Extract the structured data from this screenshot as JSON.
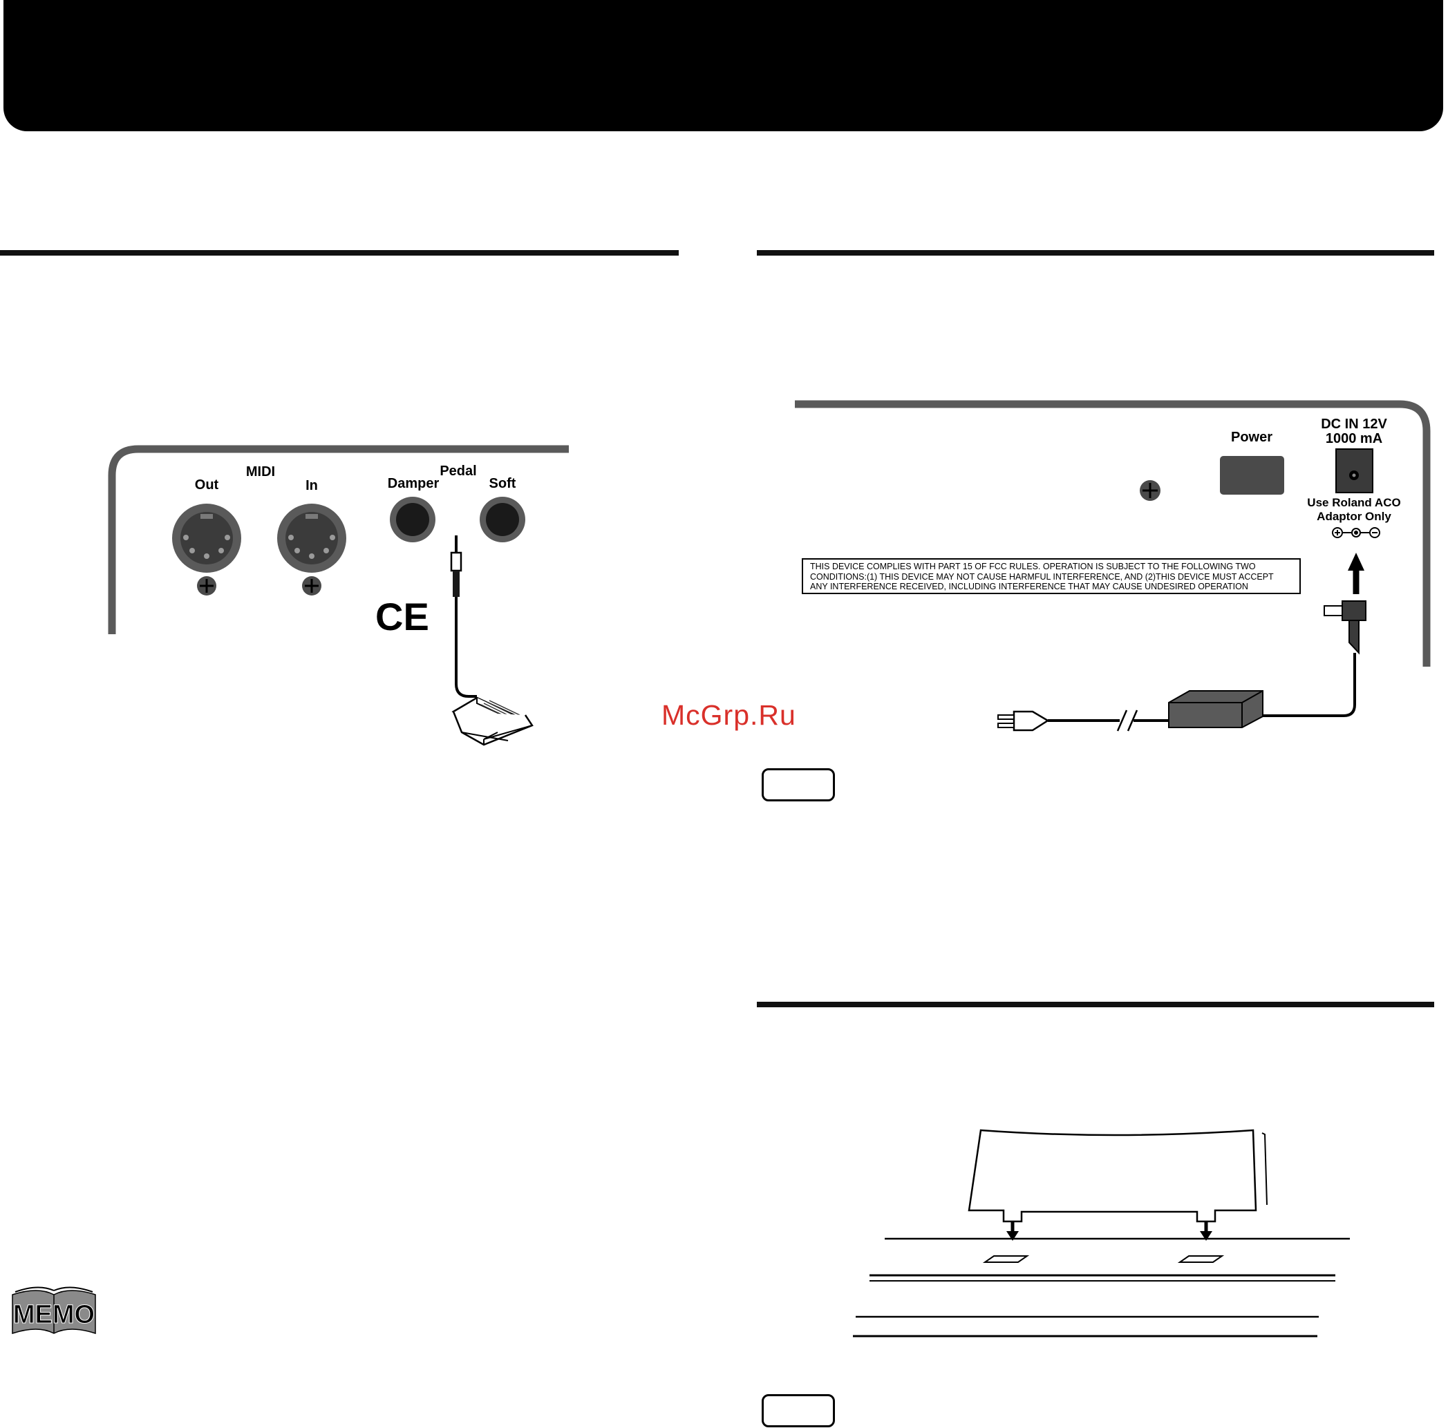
{
  "rear_panel": {
    "midi_label": "MIDI",
    "midi_out_label": "Out",
    "midi_in_label": "In",
    "pedal_label": "Pedal",
    "damper_label": "Damper",
    "soft_label": "Soft",
    "ce_mark": "CE"
  },
  "power_panel": {
    "power_label": "Power",
    "dc_in_line1": "DC IN 12V",
    "dc_in_line2": "1000 mA",
    "adaptor_line1": "Use Roland ACO",
    "adaptor_line2": "Adaptor Only",
    "fcc_notice": [
      "THIS DEVICE COMPLIES WITH PART 15 OF FCC RULES. OPERATION IS SUBJECT TO THE FOLLOWING TWO",
      "CONDITIONS:(1) THIS DEVICE MAY NOT CAUSE HARMFUL INTERFERENCE, AND (2)THIS DEVICE MUST ACCEPT",
      "ANY INTERFERENCE RECEIVED, INCLUDING INTERFERENCE THAT MAY CAUSE UNDESIRED OPERATION"
    ]
  },
  "watermark": "McGrp.Ru",
  "memo_icon": "MEMO",
  "colors": {
    "panel_gray": "#5a5a5a",
    "connector_gray": "#4a4a4a",
    "watermark_red": "#d9302a"
  }
}
